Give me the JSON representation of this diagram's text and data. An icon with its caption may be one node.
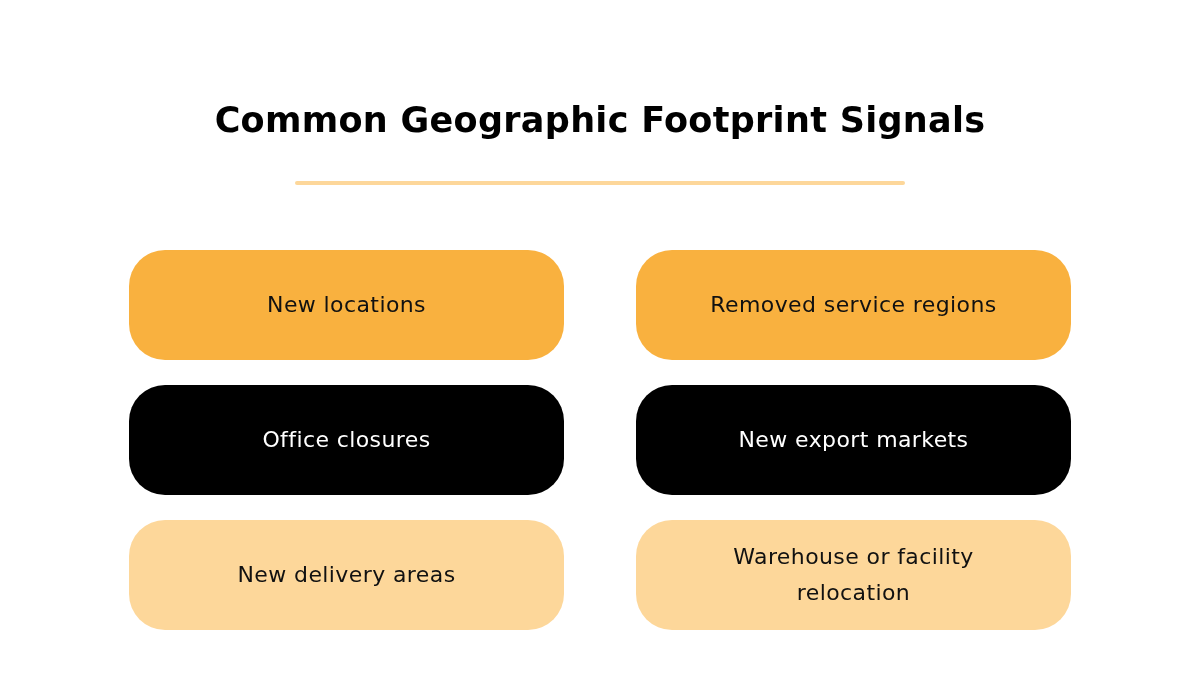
{
  "diagram": {
    "title": "Common Geographic Footprint Signals",
    "nodes": [
      {
        "text": [
          "New locations"
        ]
      },
      {
        "text": [
          "Removed service regions"
        ]
      },
      {
        "text": [
          "Office closures"
        ]
      },
      {
        "text": [
          "New export markets"
        ]
      },
      {
        "text": [
          "New delivery areas"
        ]
      },
      {
        "text": [
          "Warehouse or facility relocation"
        ]
      }
    ]
  }
}
